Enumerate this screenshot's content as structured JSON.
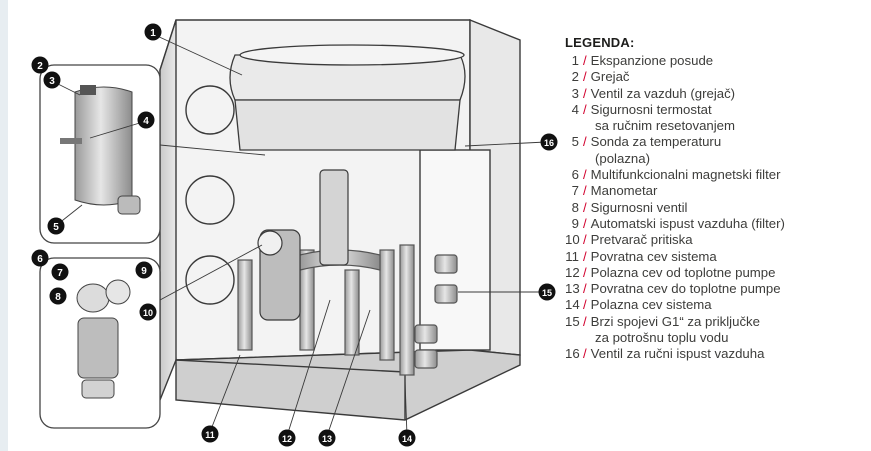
{
  "legend": {
    "title": "LEGENDA:",
    "separator": "/",
    "items": [
      {
        "num": "1",
        "text": "Ekspanzione posude"
      },
      {
        "num": "2",
        "text": "Grejač"
      },
      {
        "num": "3",
        "text": "Ventil za vazduh (grejač)"
      },
      {
        "num": "4",
        "text": "Sigurnosni termostat",
        "cont": "sa ručnim resetovanjem"
      },
      {
        "num": "5",
        "text": "Sonda za temperaturu",
        "cont": "(polazna)"
      },
      {
        "num": "6",
        "text": "Multifunkcionalni magnetski filter"
      },
      {
        "num": "7",
        "text": "Manometar"
      },
      {
        "num": "8",
        "text": "Sigurnosni ventil"
      },
      {
        "num": "9",
        "text": "Automatski ispust vazduha (filter)"
      },
      {
        "num": "10",
        "text": "Pretvarač pritiska"
      },
      {
        "num": "11",
        "text": "Povratna cev sistema"
      },
      {
        "num": "12",
        "text": "Polazna cev od toplotne pumpe"
      },
      {
        "num": "13",
        "text": "Povratna cev do toplotne pumpe"
      },
      {
        "num": "14",
        "text": "Polazna cev sistema"
      },
      {
        "num": "15",
        "text": "Brzi spojevi G1“ za priključke",
        "cont": "za potrošnu toplu vodu"
      },
      {
        "num": "16",
        "text": "Ventil za ručni ispust vazduha"
      }
    ]
  },
  "callouts": [
    "1",
    "2",
    "3",
    "4",
    "5",
    "6",
    "7",
    "8",
    "9",
    "10",
    "11",
    "12",
    "13",
    "14",
    "15",
    "16"
  ],
  "colors": {
    "accent": "#d2002d",
    "callout_fill": "#111111",
    "line": "#3a3a3a"
  }
}
